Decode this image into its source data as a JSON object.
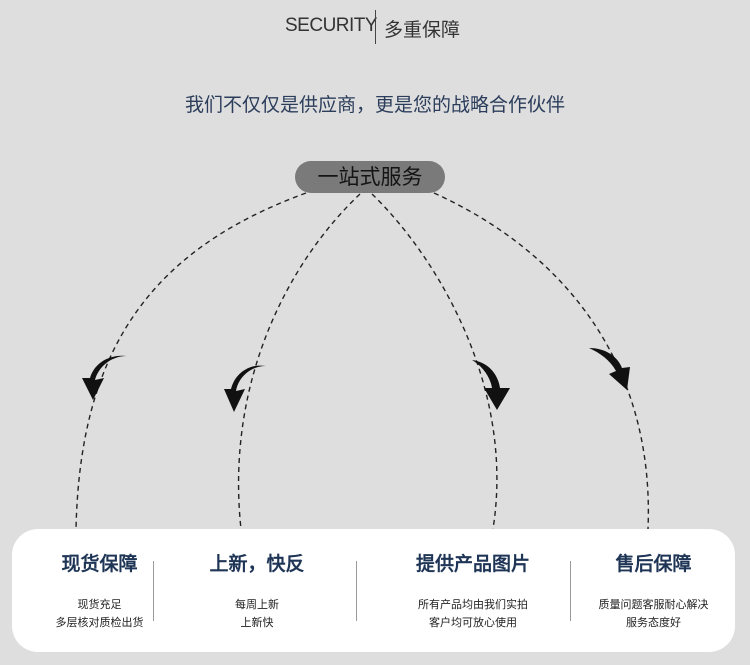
{
  "header": {
    "title_en": "SECURITY",
    "title_cn": "多重保障"
  },
  "subtitle": "我们不仅仅是供应商，更是您的战略合作伙伴",
  "center_node": "一站式服务",
  "features": [
    {
      "title": "现货保障",
      "desc_line1": "现货充足",
      "desc_line2": "多层核对质检出货"
    },
    {
      "title": "上新，快反",
      "desc_line1": "每周上新",
      "desc_line2": "上新快"
    },
    {
      "title": "提供产品图片",
      "desc_line1": "所有产品均由我们实拍",
      "desc_line2": "客户均可放心使用"
    },
    {
      "title": "售后保障",
      "desc_line1": "质量问题客服耐心解决",
      "desc_line2": "服务态度好"
    }
  ],
  "colors": {
    "background": "#dedede",
    "pill": "#7a7a7a",
    "title_navy": "#1f3556",
    "card": "#ffffff"
  }
}
